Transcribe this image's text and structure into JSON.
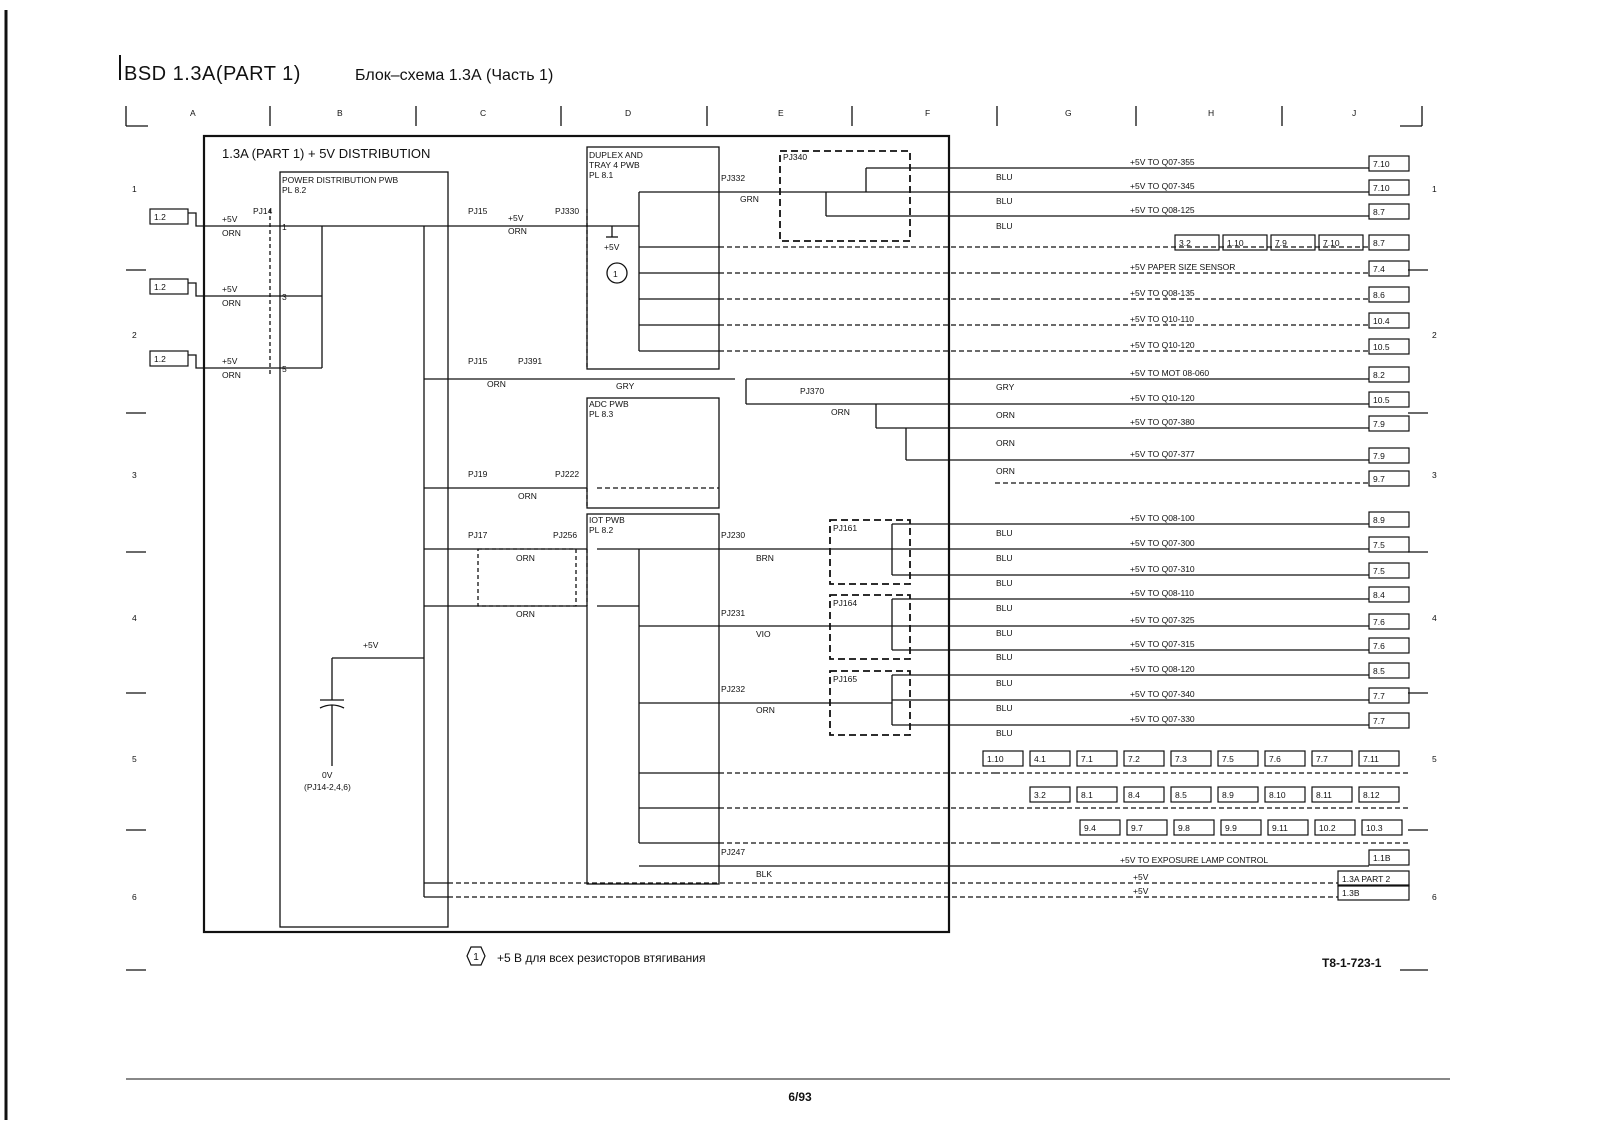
{
  "header": {
    "title": "BSD 1.3A(PART 1)",
    "title_ru": "Блок–схема 1.3А (Часть 1)",
    "columns": [
      "A",
      "B",
      "C",
      "D",
      "E",
      "F",
      "G",
      "H",
      "J"
    ],
    "rows": [
      "1",
      "2",
      "3",
      "4",
      "5",
      "6"
    ]
  },
  "block": {
    "title": "1.3A (PART 1) + 5V DISTRIBUTION",
    "power_pwb": "POWER DISTRIBUTION PWB",
    "power_pl": "PL 8.2",
    "duplex_pwb": "DUPLEX AND TRAY 4 PWB",
    "duplex_pl": "PL 8.1",
    "adc_pwb": "ADC PWB",
    "adc_pl": "PL 8.3",
    "iot_pwb": "IOT PWB",
    "iot_pl": "PL 8.2",
    "ov_label": "0V",
    "ov_pins": "(PJ14-2,4,6)",
    "plus5v": "+5V"
  },
  "inputs": [
    {
      "ref": "1.2",
      "v": "+5V",
      "color": "ORN",
      "pin": "1"
    },
    {
      "ref": "1.2",
      "v": "+5V",
      "color": "ORN",
      "pin": "3"
    },
    {
      "ref": "1.2",
      "v": "+5V",
      "color": "ORN",
      "pin": "5"
    }
  ],
  "connectors": {
    "pj14": "PJ14",
    "pj15": "PJ15",
    "pj15b": "PJ15",
    "pj330": "PJ330",
    "pj391": "PJ391",
    "pj19": "PJ19",
    "pj222": "PJ222",
    "pj17": "PJ17",
    "pj256": "PJ256",
    "pj332": "PJ332",
    "pj340": "PJ340",
    "pj370": "PJ370",
    "pj230": "PJ230",
    "pj231": "PJ231",
    "pj232": "PJ232",
    "pj247": "PJ247",
    "pj161": "PJ161",
    "pj164": "PJ164",
    "pj165": "PJ165"
  },
  "wires": {
    "orn": "ORN",
    "grn": "GRN",
    "gry": "GRY",
    "brn": "BRN",
    "vio": "VIO",
    "blk": "BLK",
    "blu": "BLU"
  },
  "right_colors": [
    "BLU",
    "BLU",
    "BLU",
    "GRY",
    "ORN",
    "ORN",
    "ORN",
    "BLU",
    "BLU",
    "BLU",
    "BLU",
    "BLU",
    "BLU",
    "BLU",
    "BLU",
    "BLU"
  ],
  "outputs": [
    {
      "label": "+5V TO Q07-355",
      "ref": "7.10"
    },
    {
      "label": "+5V TO Q07-345",
      "ref": "7.10"
    },
    {
      "label": "+5V TO Q08-125",
      "ref": "8.7"
    },
    {
      "label": "",
      "ref": "8.7",
      "extra": [
        "3.2",
        "1.10",
        "7.9",
        "7.10"
      ]
    },
    {
      "label": "+5V PAPER SIZE SENSOR",
      "ref": "7.4"
    },
    {
      "label": "+5V TO Q08-135",
      "ref": "8.6"
    },
    {
      "label": "+5V TO Q10-110",
      "ref": "10.4"
    },
    {
      "label": "+5V TO Q10-120",
      "ref": "10.5"
    },
    {
      "label": "+5V TO MOT 08-060",
      "ref": "8.2"
    },
    {
      "label": "+5V TO Q10-120",
      "ref": "10.5"
    },
    {
      "label": "+5V TO Q07-380",
      "ref": "7.9"
    },
    {
      "label": "+5V TO Q07-377",
      "ref": "7.9"
    },
    {
      "label": "",
      "ref": "9.7"
    },
    {
      "label": "+5V TO Q08-100",
      "ref": "8.9"
    },
    {
      "label": "+5V TO Q07-300",
      "ref": "7.5"
    },
    {
      "label": "+5V TO Q07-310",
      "ref": "7.5"
    },
    {
      "label": "+5V TO Q08-110",
      "ref": "8.4"
    },
    {
      "label": "+5V TO Q07-325",
      "ref": "7.6"
    },
    {
      "label": "+5V TO Q07-315",
      "ref": "7.6"
    },
    {
      "label": "+5V TO Q08-120",
      "ref": "8.5"
    },
    {
      "label": "+5V TO Q07-340",
      "ref": "7.7"
    },
    {
      "label": "+5V TO Q07-330",
      "ref": "7.7"
    }
  ],
  "ref_rows": [
    [
      "1.10",
      "4.1",
      "7.1",
      "7.2",
      "7.3",
      "7.5",
      "7.6",
      "7.7",
      "7.11"
    ],
    [
      "3.2",
      "8.1",
      "8.4",
      "8.5",
      "8.9",
      "8.10",
      "8.11",
      "8.12"
    ],
    [
      "9.4",
      "9.7",
      "9.8",
      "9.9",
      "9.11",
      "10.2",
      "10.3"
    ]
  ],
  "exposure": {
    "label": "+5V TO EXPOSURE LAMP CONTROL",
    "ref": "1.1B"
  },
  "bottom_outputs": [
    {
      "label": "+5V",
      "ref": "1.3A PART 2"
    },
    {
      "label": "+5V",
      "ref": "1.3B"
    }
  ],
  "footnote": {
    "num": "1",
    "text": "+5 В для всех резисторов втягивания"
  },
  "doc_id": "T8-1-723-1",
  "page": "6/93"
}
